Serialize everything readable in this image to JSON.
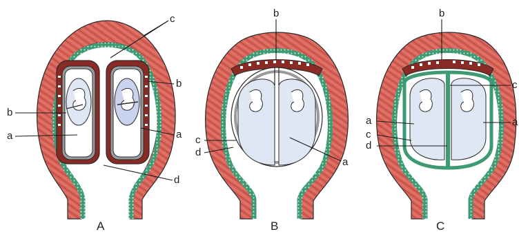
{
  "panels": [
    {
      "caption": "A",
      "labels": [
        "c",
        "b",
        "b",
        "a",
        "a",
        "d"
      ]
    },
    {
      "caption": "B",
      "labels": [
        "b",
        "c",
        "d",
        "a"
      ]
    },
    {
      "caption": "C",
      "labels": [
        "b",
        "c",
        "a",
        "a",
        "c",
        "d"
      ]
    }
  ],
  "colors": {
    "uterine_wall": "#d9655b",
    "uterine_wall_dark": "#b8463f",
    "chorion": "#3d9a72",
    "placenta": "#8a2a24",
    "amnion": "#9a9a9a",
    "amniotic_cavity": "#dfe7f5",
    "fetus": "#ffffff",
    "outline": "#2a2a2a"
  }
}
